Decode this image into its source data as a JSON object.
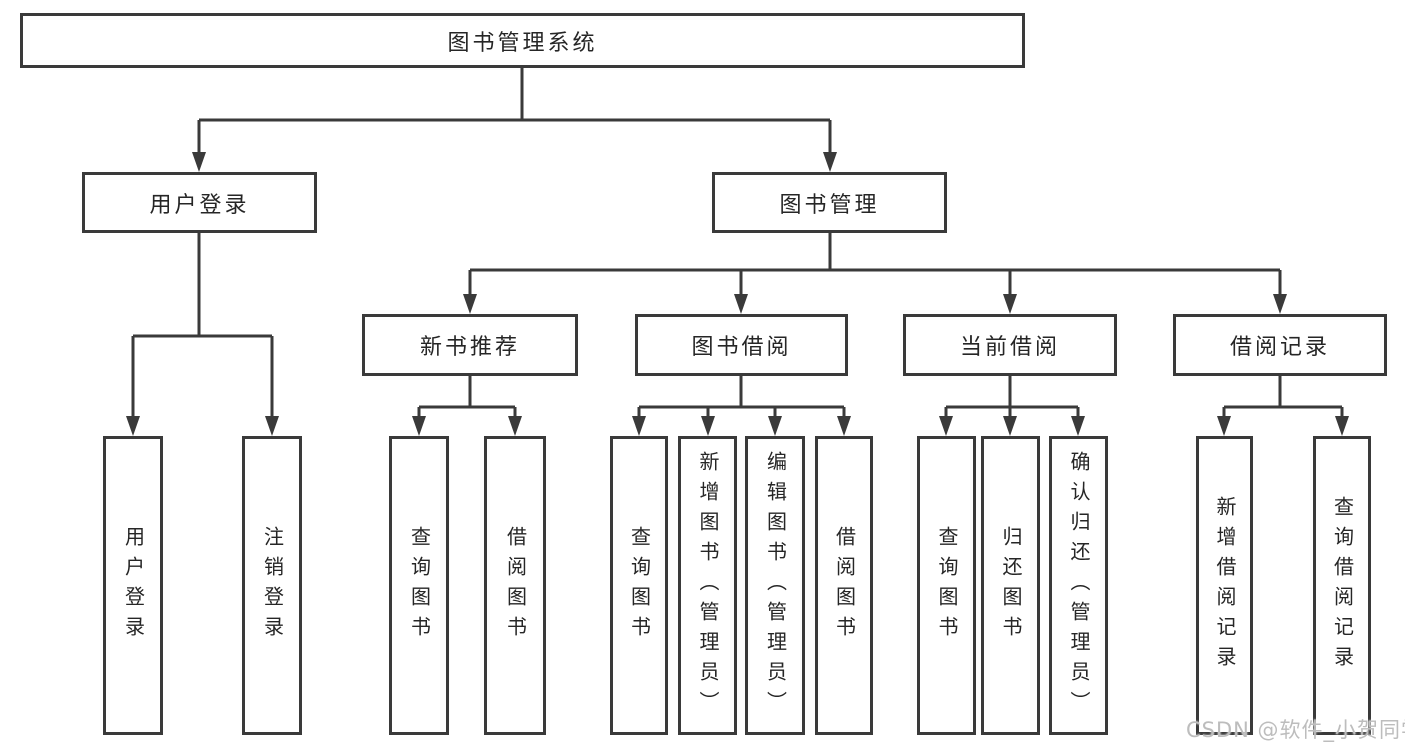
{
  "diagram": {
    "root": {
      "label": "图书管理系统"
    },
    "level2": [
      {
        "label": "用户登录"
      },
      {
        "label": "图书管理"
      }
    ],
    "level3": [
      {
        "label": "新书推荐"
      },
      {
        "label": "图书借阅"
      },
      {
        "label": "当前借阅"
      },
      {
        "label": "借阅记录"
      }
    ],
    "leaves": {
      "user_login": [
        "用户登录",
        "注销登录"
      ],
      "new_book_recommend": [
        "查询图书",
        "借阅图书"
      ],
      "book_borrow": [
        "查询图书",
        "新增图书（管理员）",
        "编辑图书（管理员）",
        "借阅图书"
      ],
      "current_borrow": [
        "查询图书",
        "归还图书",
        "确认归还（管理员）"
      ],
      "borrow_records": [
        "新增借阅记录",
        "查询借阅记录"
      ]
    },
    "watermark": "CSDN @软件_小贺同学",
    "colors": {
      "line": "#3a3a3a",
      "text": "#262626",
      "background": "#ffffff",
      "watermark": "#bdbdbd"
    }
  }
}
